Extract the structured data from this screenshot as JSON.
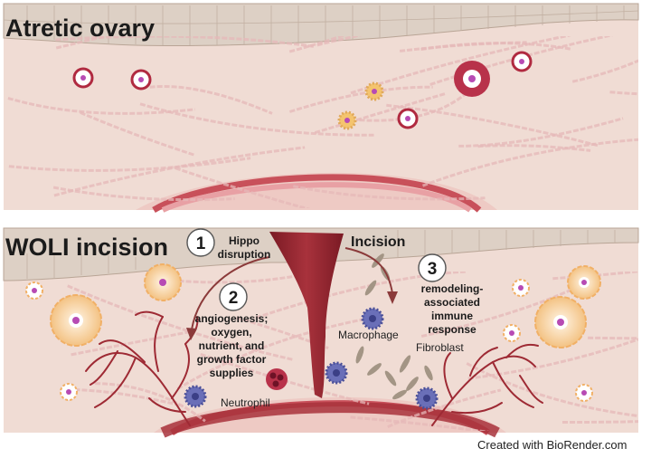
{
  "panels": {
    "top_title": "Atretic ovary",
    "bottom_title": "WOLI incision"
  },
  "steps": [
    {
      "number": "1",
      "lines": [
        "Hippo",
        "disruption"
      ]
    },
    {
      "number": "2",
      "lines": [
        "angiogenesis;",
        "oxygen,",
        "nutrient, and",
        "growth factor",
        "supplies"
      ]
    },
    {
      "number": "3",
      "lines": [
        "remodeling-",
        "associated",
        "immune",
        "response"
      ]
    }
  ],
  "labels": {
    "incision": "Incision",
    "macrophage": "Macrophage",
    "fibroblast": "Fibroblast",
    "neutrophil": "Neutrophil"
  },
  "credit": "Created with BioRender.com",
  "colors": {
    "tissue": "#f0dcd4",
    "epithelium": "#d9ccc1",
    "fiber": "#e6b8b8",
    "vessel": "#9e2a34",
    "immune_cell": "#6a6fb8",
    "follicle": "#f6c98b"
  }
}
